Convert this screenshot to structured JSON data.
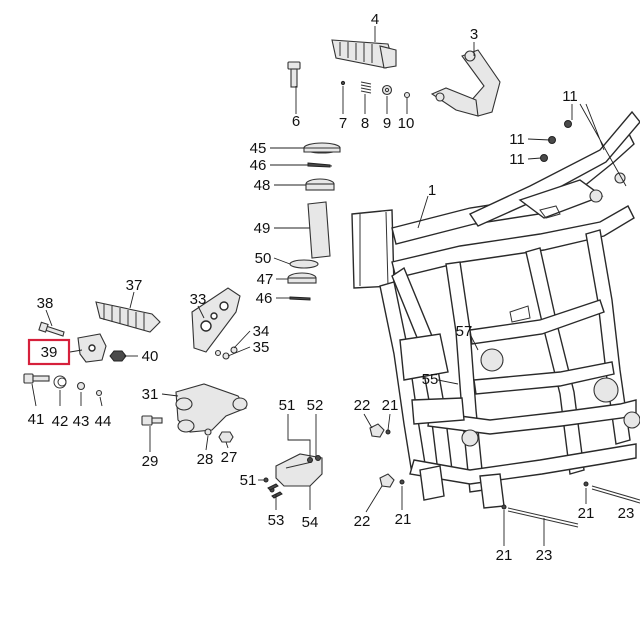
{
  "highlight": {
    "label": "39",
    "color": "#d6203b"
  },
  "colors": {
    "line": "#222222",
    "part_fill": "#e7e7e7"
  },
  "labels": {
    "p1": "1",
    "p3": "3",
    "p4": "4",
    "p6": "6",
    "p7": "7",
    "p8": "8",
    "p9": "9",
    "p10": "10",
    "p11a": "11",
    "p11b": "11",
    "p11c": "11",
    "p45": "45",
    "p46a": "46",
    "p48": "48",
    "p49": "49",
    "p50": "50",
    "p47": "47",
    "p46b": "46",
    "p37": "37",
    "p33": "33",
    "p34": "34",
    "p35": "35",
    "p38": "38",
    "p39": "39",
    "p40": "40",
    "p41": "41",
    "p42": "42",
    "p43": "43",
    "p44": "44",
    "p31": "31",
    "p29": "29",
    "p28": "28",
    "p27": "27",
    "p51a": "51",
    "p52": "52",
    "p51b": "51",
    "p53": "53",
    "p54": "54",
    "p57": "57",
    "p55": "55",
    "p22a": "22",
    "p21a": "21",
    "p22b": "22",
    "p21b": "21",
    "p21c": "21",
    "p21d": "21",
    "p23a": "23",
    "p23b": "23"
  }
}
